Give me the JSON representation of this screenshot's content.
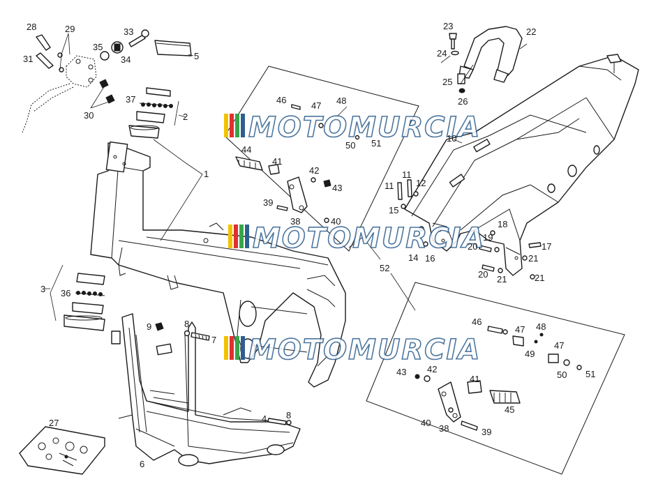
{
  "watermark": {
    "text": "MOTOMURCIA",
    "colors": {
      "yellow": "#f2c200",
      "red": "#e03030",
      "green": "#3aa54a",
      "blue": "#2e5f8e"
    }
  },
  "callouts": {
    "c1": "1",
    "c2": "2",
    "c3": "3",
    "c4": "4",
    "c5": "5",
    "c6": "6",
    "c7": "7",
    "c8a": "8",
    "c8b": "8",
    "c9": "9",
    "c10": "10",
    "c11a": "11",
    "c11b": "11",
    "c12": "12",
    "c14": "14",
    "c15": "15",
    "c16": "16",
    "c17": "17",
    "c18": "18",
    "c19": "19",
    "c20a": "20",
    "c20b": "20",
    "c21a": "21",
    "c21b": "21",
    "c21c": "21",
    "c22": "22",
    "c23": "23",
    "c24": "24",
    "c25": "25",
    "c26": "26",
    "c27": "27",
    "c28": "28",
    "c29": "29",
    "c30": "30",
    "c31": "31",
    "c33": "33",
    "c34": "34",
    "c35": "35",
    "c36": "36",
    "c37": "37",
    "c38a": "38",
    "c39a": "39",
    "c40a": "40",
    "c41a": "41",
    "c42a": "42",
    "c43a": "43",
    "c44": "44",
    "c46a": "46",
    "c47a": "47",
    "c48a": "48",
    "c50a": "50",
    "c51a": "51",
    "c52": "52",
    "c38b": "38",
    "c39b": "39",
    "c40b": "40",
    "c41b": "41",
    "c42b": "42",
    "c43b": "43",
    "c45": "45",
    "c46b": "46",
    "c47b": "47",
    "c47c": "47",
    "c48b": "48",
    "c49": "49",
    "c50b": "50",
    "c51b": "51"
  }
}
